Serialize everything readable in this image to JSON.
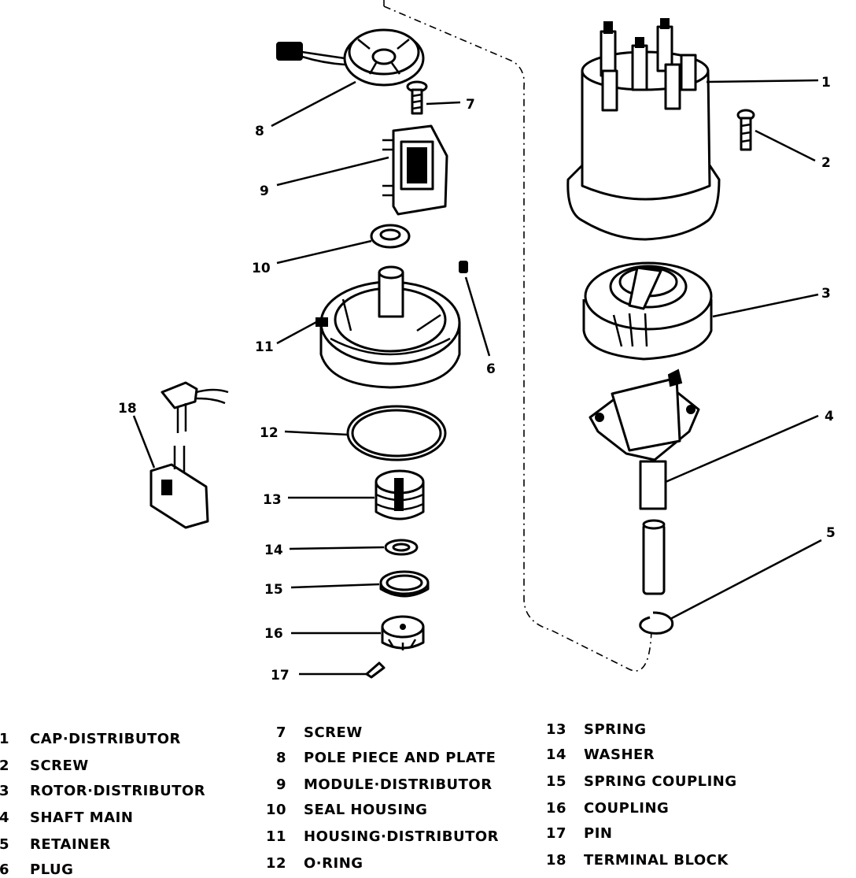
{
  "callouts": {
    "c1": "1",
    "c2": "2",
    "c3": "3",
    "c4": "4",
    "c5": "5",
    "c6": "6",
    "c7": "7",
    "c8": "8",
    "c9": "9",
    "c10": "10",
    "c11": "11",
    "c12": "12",
    "c13": "13",
    "c14": "14",
    "c15": "15",
    "c16": "16",
    "c17": "17",
    "c18": "18"
  },
  "legend": {
    "col1": [
      {
        "num": "1",
        "label": "CAP·DISTRIBUTOR"
      },
      {
        "num": "2",
        "label": "SCREW"
      },
      {
        "num": "3",
        "label": "ROTOR·DISTRIBUTOR"
      },
      {
        "num": "4",
        "label": "SHAFT MAIN"
      },
      {
        "num": "5",
        "label": "RETAINER"
      },
      {
        "num": "6",
        "label": "PLUG"
      }
    ],
    "col2": [
      {
        "num": "7",
        "label": "SCREW"
      },
      {
        "num": "8",
        "label": "POLE PIECE AND PLATE"
      },
      {
        "num": "9",
        "label": "MODULE·DISTRIBUTOR"
      },
      {
        "num": "10",
        "label": "SEAL HOUSING"
      },
      {
        "num": "11",
        "label": "HOUSING·DISTRIBUTOR"
      },
      {
        "num": "12",
        "label": "O·RING"
      }
    ],
    "col3": [
      {
        "num": "13",
        "label": "SPRING"
      },
      {
        "num": "14",
        "label": "WASHER"
      },
      {
        "num": "15",
        "label": "SPRING COUPLING"
      },
      {
        "num": "16",
        "label": "COUPLING"
      },
      {
        "num": "17",
        "label": "PIN"
      },
      {
        "num": "18",
        "label": "TERMINAL BLOCK"
      }
    ]
  }
}
